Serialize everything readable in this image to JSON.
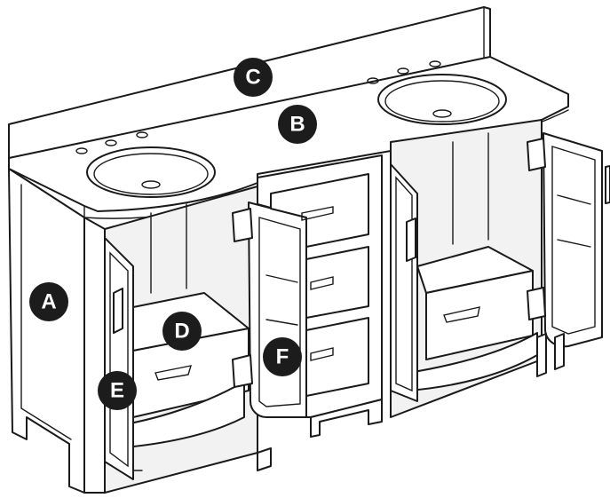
{
  "diagram": {
    "callouts": [
      {
        "id": "A",
        "label": "A"
      },
      {
        "id": "B",
        "label": "B"
      },
      {
        "id": "C",
        "label": "C"
      },
      {
        "id": "D",
        "label": "D"
      },
      {
        "id": "E",
        "label": "E"
      },
      {
        "id": "F",
        "label": "F"
      }
    ],
    "colors": {
      "line": "#1a1a1a",
      "fill": "#ffffff",
      "callout": "#1c1c1c",
      "callout_text": "#ffffff"
    }
  }
}
